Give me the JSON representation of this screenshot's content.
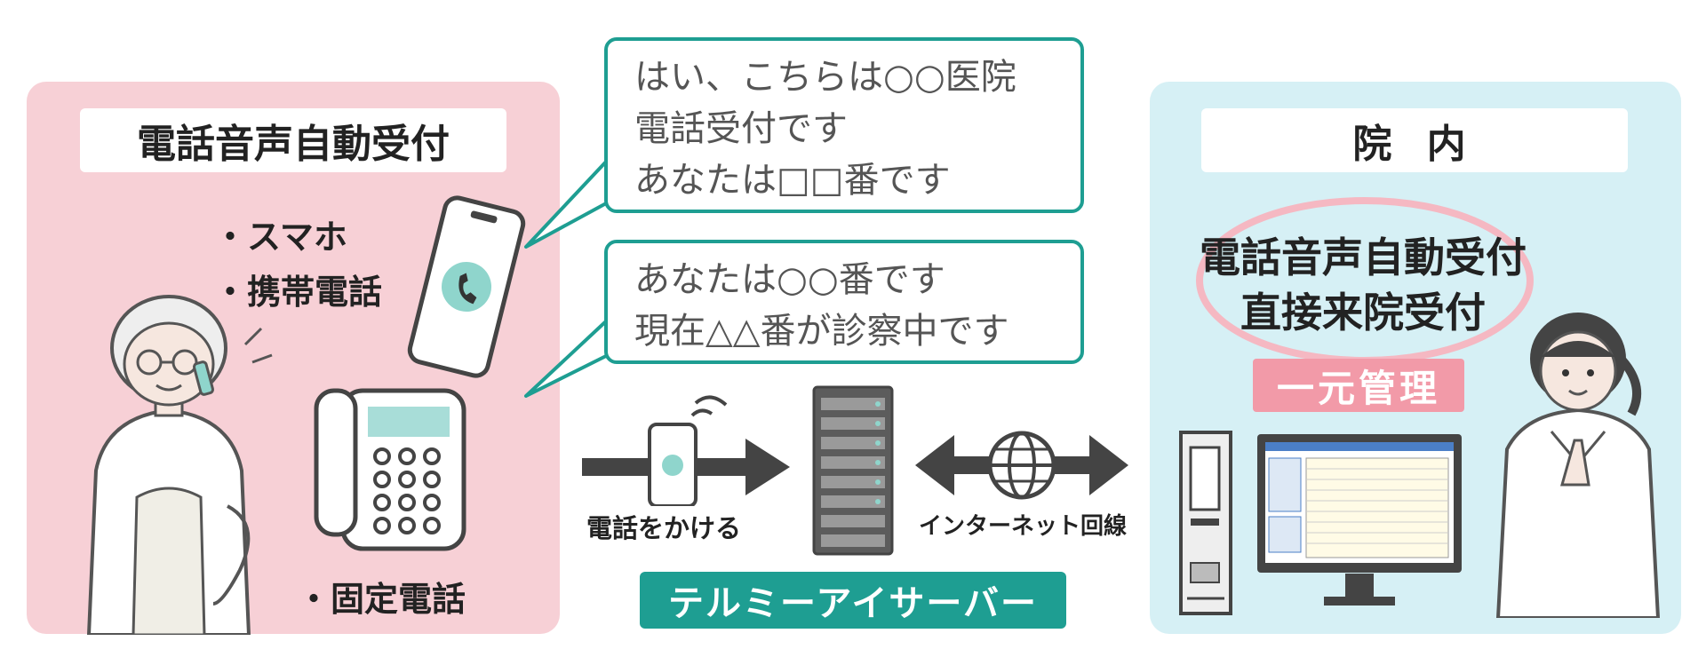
{
  "left": {
    "title": "電話音声自動受付",
    "bullet_mobile_1": "・スマホ",
    "bullet_mobile_2": "・携帯電話",
    "bullet_landline": "・固定電話"
  },
  "bubbles": {
    "top": [
      "はい、こちらは○○医院",
      "電話受付です",
      "あなたは□□番です"
    ],
    "bottom": [
      "あなたは○○番です",
      "現在△△番が診察中です"
    ]
  },
  "center": {
    "call_label": "電話をかける",
    "internet_label": "インターネット回線",
    "server_name": "テルミーアイサーバー"
  },
  "right": {
    "title": "院 内",
    "line1": "電話音声自動受付",
    "line2": "直接来院受付",
    "unified": "一元管理"
  },
  "colors": {
    "left_panel": "#f7d0d6",
    "right_panel": "#d6f0f5",
    "teal": "#1e9e92",
    "pink_accent": "#f29aa8"
  }
}
